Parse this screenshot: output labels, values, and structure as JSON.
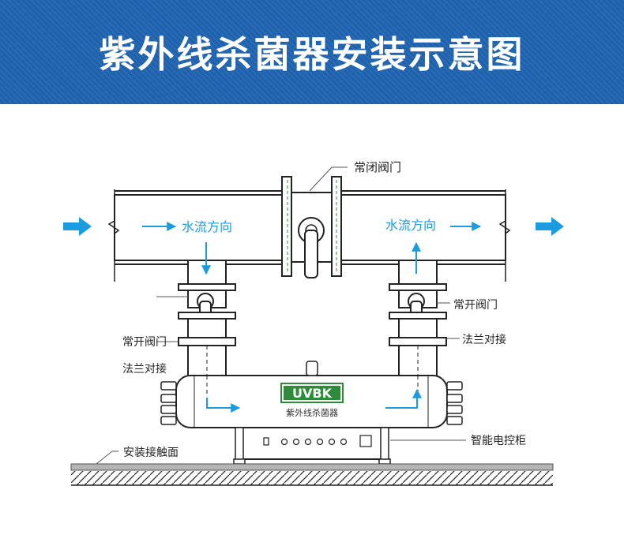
{
  "header": {
    "title": "紫外线杀菌器安装示意图",
    "background_color": "#1e62ae"
  },
  "labels": {
    "normally_closed_valve": "常闭阀门",
    "water_flow_left": "水流方向",
    "water_flow_right": "水流方向",
    "normally_open_valve_right": "常开阀门",
    "normally_open_valve_left": "常开阀门",
    "flange_joint_right": "法兰对接",
    "flange_joint_left": "法兰对接",
    "control_cabinet": "智能电控柜",
    "mounting_surface": "安装接触面",
    "brand": "UVBK",
    "device_name": "紫外线杀菌器"
  },
  "colors": {
    "arrow": "#1b9be0",
    "brand_green": "#2e8b3a",
    "line": "#222222"
  }
}
